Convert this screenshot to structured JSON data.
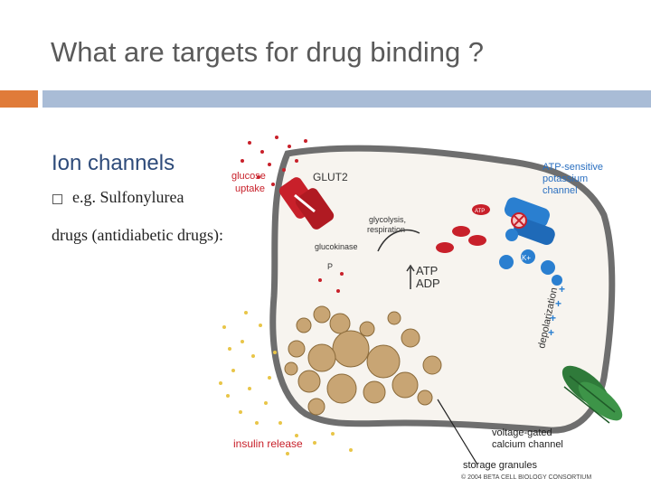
{
  "slide": {
    "title": "What are targets for drug binding ?",
    "heading": "Ion channels",
    "bullet": "e.g. Sulfonylurea",
    "continuation": "drugs (antidiabetic drugs):"
  },
  "figure": {
    "labels": {
      "glucose_uptake_1": "glucose",
      "glucose_uptake_2": "uptake",
      "glut2": "GLUT2",
      "atp_channel_1": "ATP-sensitive",
      "atp_channel_2": "potassium",
      "atp_channel_3": "channel",
      "glycolysis_1": "glycolysis,",
      "glycolysis_2": "respiration",
      "glucokinase": "glucokinase",
      "atp": "ATP",
      "adp": "ADP",
      "depolarization": "depolarization",
      "voltage_1": "voltage-gated",
      "voltage_2": "calcium channel",
      "insulin_release": "insulin release",
      "storage_granules": "storage granules",
      "copyright": "© 2004 BETA CELL BIOLOGY CONSORTIUM",
      "atp_small": "ATP",
      "k_plus": "K+",
      "p": "P",
      "plus": "+"
    }
  },
  "colors": {
    "title": "#5a5a5a",
    "heading": "#2e4b7a",
    "accent_orange": "#e07b39",
    "accent_blue": "#a9bcd6",
    "glut_red": "#c8202a",
    "channel_blue": "#2a7fd0",
    "calcium_green": "#2f7a3a",
    "granule_brown": "#c8a574"
  }
}
